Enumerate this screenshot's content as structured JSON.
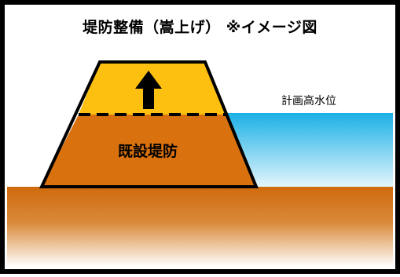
{
  "title": "堤防整備（嵩上げ） ※イメージ図",
  "labels": {
    "water_level": "計画高水位",
    "existing_levee": "既設堤防"
  },
  "colors": {
    "border": "#000000",
    "raise_fill": "#fdc010",
    "levee_fill": "#d9720e",
    "ground_top": "#cf6a0c",
    "ground_bottom": "#ffffff",
    "water_top": "#1ab0e6",
    "water_bottom": "#e6f6fc",
    "arrow": "#000000"
  }
}
